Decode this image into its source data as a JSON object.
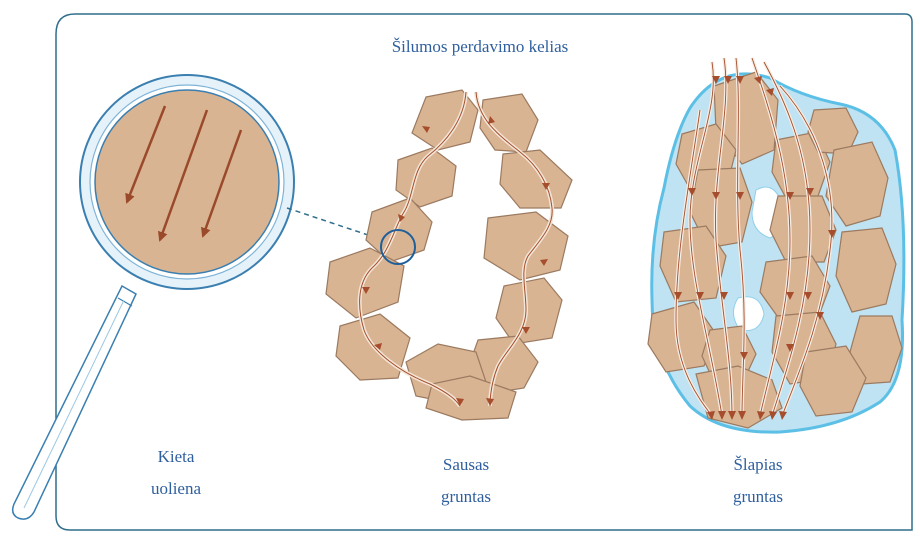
{
  "title": "Šilumos perdavimo kelias",
  "labels": {
    "solid_rock": [
      "Kieta",
      "uoliena"
    ],
    "dry_soil": [
      "Sausas",
      "gruntas"
    ],
    "wet_soil": [
      "Šlapias",
      "gruntas"
    ]
  },
  "colors": {
    "frame": "#2f6e8c",
    "text": "#2f5f9f",
    "grain_fill": "#d9b493",
    "grain_stroke": "#9b7a60",
    "arrow": "#a54d2c",
    "water": "#bfe3f2",
    "water_edge": "#5cbfe6",
    "lens_ring": "#3a7fb0",
    "focus_circle": "#1f5f9a"
  }
}
